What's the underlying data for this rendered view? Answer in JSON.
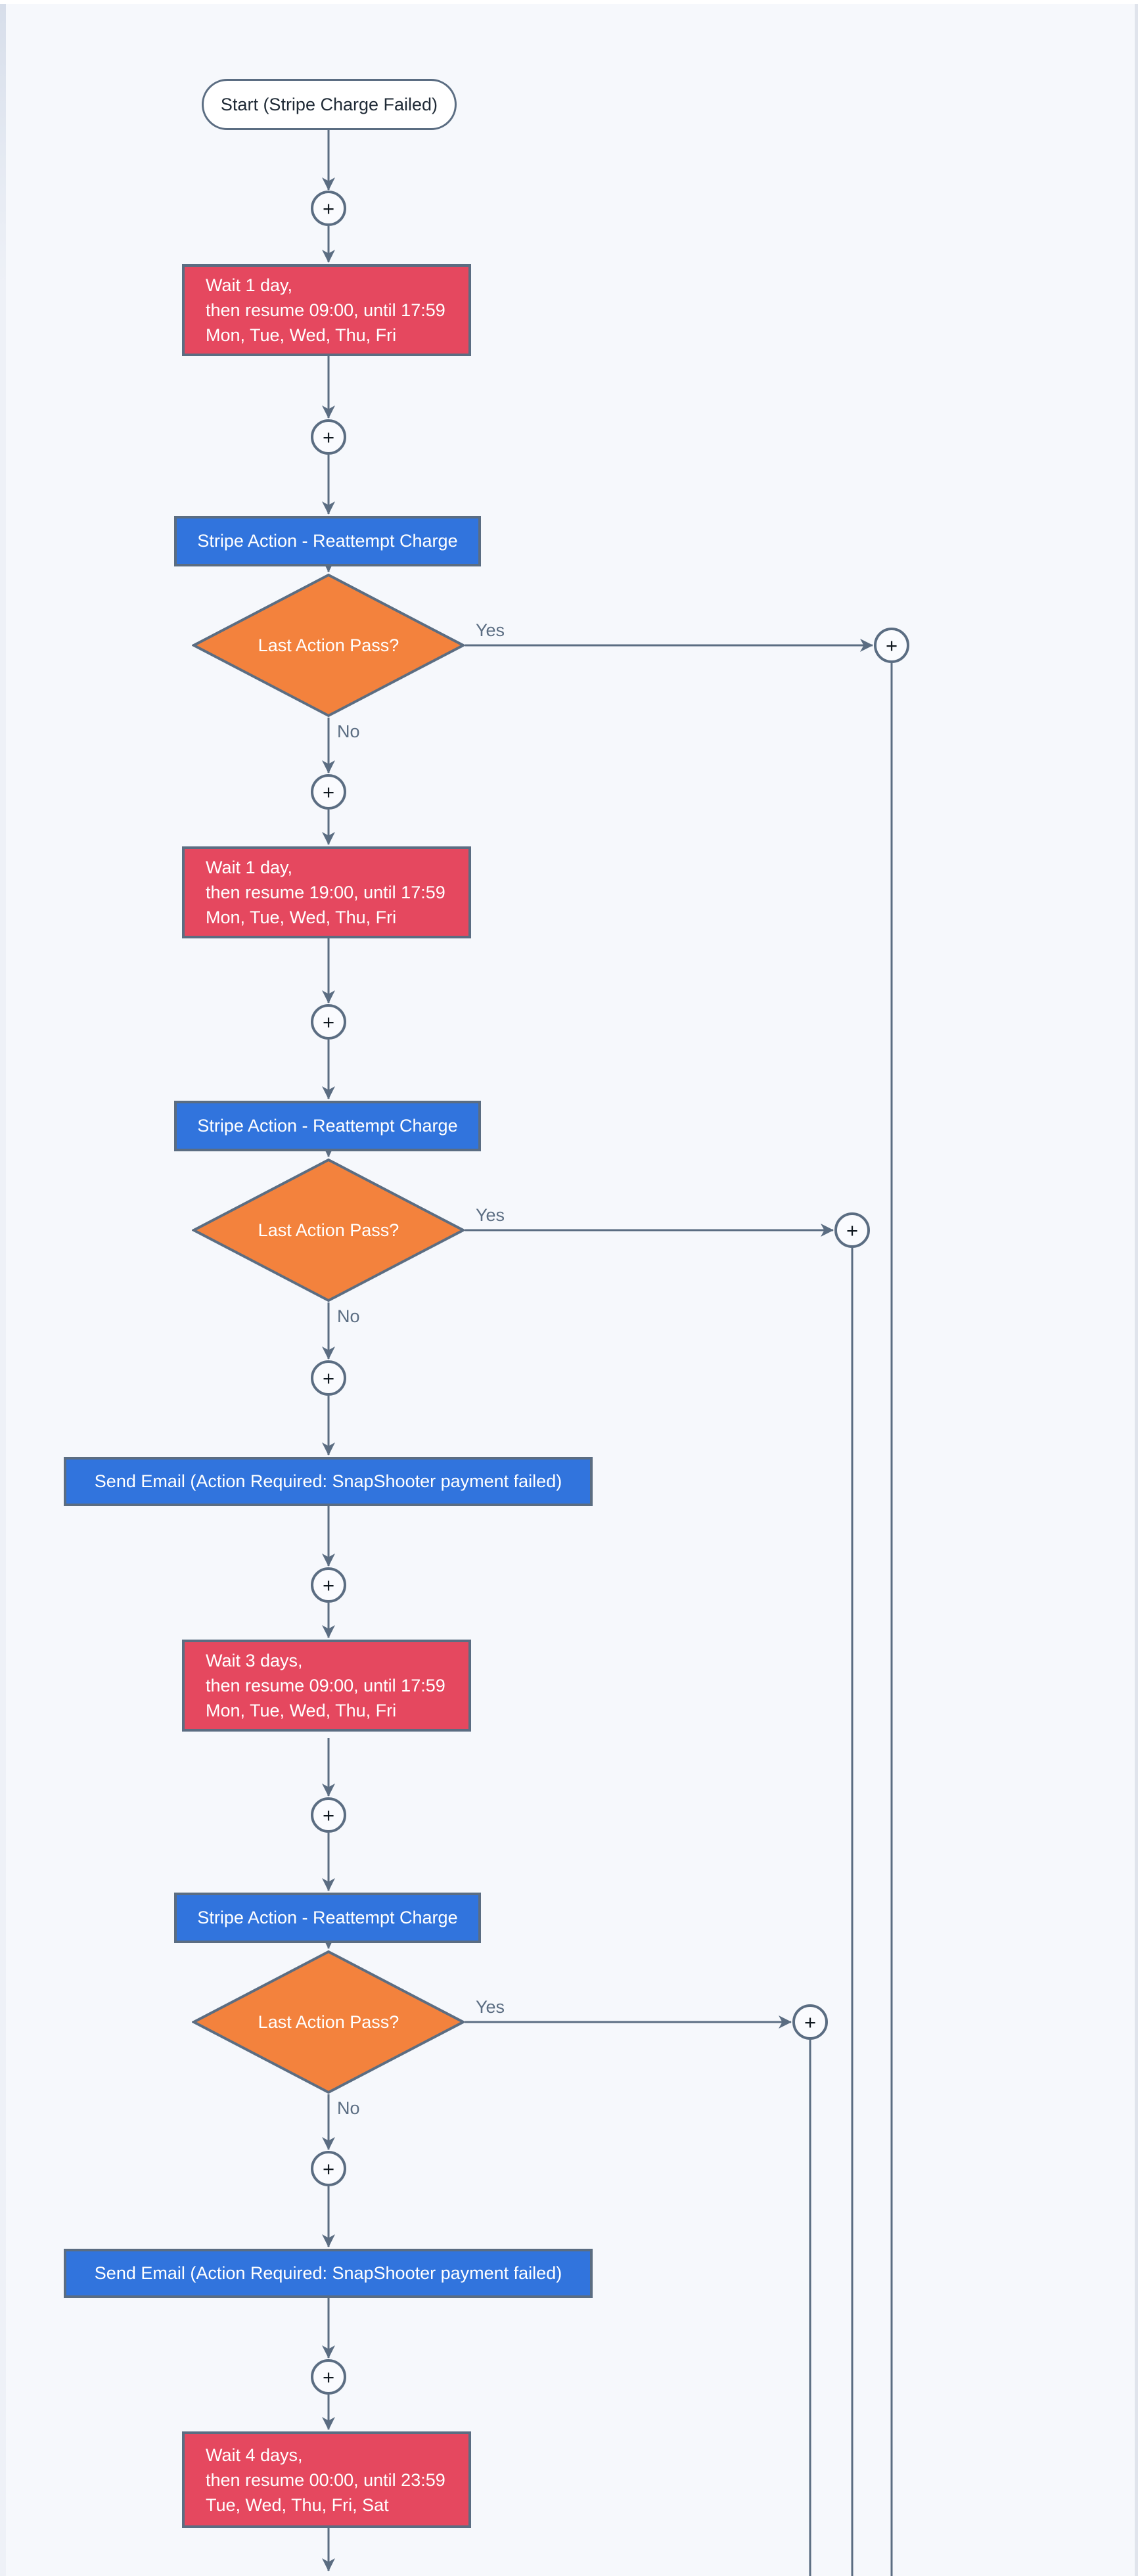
{
  "theme": {
    "canvas_bg": "#f6f8fc",
    "stroke": "#5b6d82",
    "wait_fill": "#e5485f",
    "action_fill": "#3174dd",
    "decision_fill": "#f3823d",
    "node_text": "#ffffff",
    "start_text": "#1f2a36",
    "edge_label": "#5b6d82",
    "plus_bg": "#fafbfe",
    "plus_text": "#10181f"
  },
  "flow": {
    "start": "Start (Stripe Charge Failed)",
    "plus": "+",
    "yes": "Yes",
    "no": "No",
    "wait1": "Wait 1 day,\nthen resume 09:00, until 17:59\nMon, Tue, Wed, Thu, Fri",
    "action1": "Stripe Action - Reattempt Charge",
    "decision1": "Last Action Pass?",
    "wait2": "Wait 1 day,\nthen resume 19:00, until 17:59\nMon, Tue, Wed, Thu, Fri",
    "action2": "Stripe Action - Reattempt Charge",
    "decision2": "Last Action Pass?",
    "email1": "Send Email (Action Required: SnapShooter payment failed)",
    "wait3": "Wait 3 days,\nthen resume 09:00, until 17:59\nMon, Tue, Wed, Thu, Fri",
    "action3": "Stripe Action - Reattempt Charge",
    "decision3": "Last Action Pass?",
    "email2": "Send Email (Action Required: SnapShooter payment failed)",
    "wait4": "Wait 4 days,\nthen resume 00:00, until 23:59\nTue, Wed, Thu, Fri, Sat"
  }
}
